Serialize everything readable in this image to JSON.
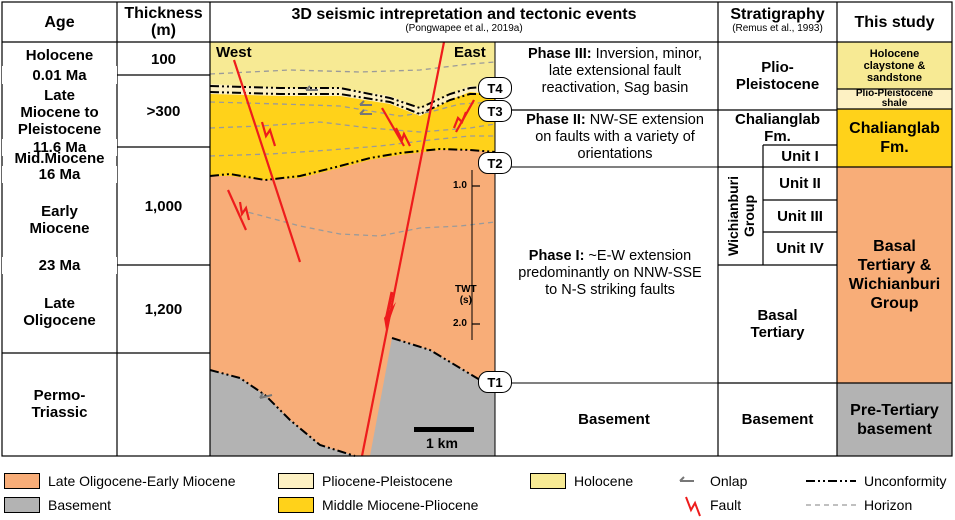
{
  "headers": {
    "age": "Age",
    "thickness_line1": "Thickness",
    "thickness_line2": "(m)",
    "seismic_title": "3D seismic intrepretation and tectonic events",
    "seismic_citation": "(Pongwapee et al., 2019a)",
    "stratigraphy": "Stratigraphy",
    "stratigraphy_citation": "(Remus et al., 1993)",
    "this_study": "This study"
  },
  "ages": {
    "holocene": "Holocene",
    "t001": "0.01 Ma",
    "late_miocene": "Late\nMiocene to\nPleistocene",
    "t116": "11.6 Ma",
    "mid_miocene": "Mid.Miocene",
    "t16": "16 Ma",
    "early_miocene": "Early\nMiocene",
    "t23": "23 Ma",
    "late_oligocene": "Late\nOligocene",
    "permo": "Permo-\nTriassic"
  },
  "thickness": {
    "holocene": "100",
    "late_miocene": ">300",
    "early_miocene": "1,000",
    "late_oligocene": "1,200"
  },
  "section": {
    "west": "West",
    "east": "East",
    "tie_labels": [
      "T4",
      "T3",
      "T2",
      "T1"
    ],
    "twt_label_line1": "TWT",
    "twt_label_line2": "(s)",
    "twt_1": "1.0",
    "twt_2": "2.0",
    "scale": "1 km"
  },
  "phases": {
    "phase3_bold": "Phase III:",
    "phase3_text": " Inversion, minor,\nlate extensional fault\nreactivation, Sag basin",
    "phase2_bold": "Phase II:",
    "phase2_text": " NW-SE extension\non faults with a variety of\norientations",
    "phase1_bold": "Phase I:",
    "phase1_text": " ~E-W extension\npredominantly on NNW-SSE\nto N-S striking faults",
    "basement": "Basement"
  },
  "stratigraphy": {
    "plio": "Plio-\nPleistocene",
    "chalianglab": "Chalianglab\nFm.",
    "unit1": "Unit I",
    "wichianburi": "Wichianburi\nGroup",
    "unit2": "Unit II",
    "unit3": "Unit III",
    "unit4": "Unit IV",
    "basal": "Basal\nTertiary",
    "basement": "Basement"
  },
  "this_study": {
    "holocene": "Holocene\nclaystone &\nsandstone",
    "plio_shale": "Plio-Pleistocene\nshale",
    "chalianglab": "Chalianglab\nFm.",
    "basal": "Basal\nTertiary &\nWichianburi\nGroup",
    "pre_tertiary": "Pre-Tertiary\nbasement"
  },
  "legend": {
    "late_oligocene": "Late Oligocene-Early Miocene",
    "basement": "Basement",
    "plio_pleistocene": "Pliocene-Pleistocene",
    "mid_miocene": "Middle Miocene-Pliocene",
    "holocene": "Holocene",
    "onlap": "Onlap",
    "fault": "Fault",
    "unconformity": "Unconformity",
    "horizon": "Horizon"
  },
  "colors": {
    "late_oligocene": "#f8ad78",
    "basement": "#b3b3b3",
    "plio_pleistocene": "#fdf1c3",
    "mid_miocene": "#ffd21a",
    "holocene": "#f7ea94",
    "fault": "#ee1c1c"
  }
}
